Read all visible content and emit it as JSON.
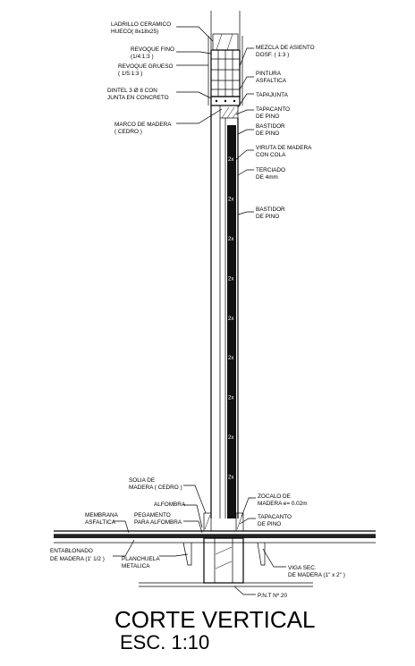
{
  "title": "CORTE VERTICAL",
  "scale": "ESC. 1:10",
  "labels_left": {
    "ladrillo_1": "LADRILLO CERAMICO",
    "ladrillo_2": "HUECO( 8x18x25)",
    "revoque_fino_1": "REVOQUE FINO",
    "revoque_fino_2": "(1/4:1:3 )",
    "revoque_grueso_1": "REVOQUE GRUESO",
    "revoque_grueso_2": "( 1/5:1:3 )",
    "dintel_1": "DINTEL 3 Ø 8 CON",
    "dintel_2": "JUNTA EN CONCRETO",
    "marco_1": "MARCO DE MADERA",
    "marco_2": "( CEDRO )",
    "solia_1": "SOLIA DE",
    "solia_2": "MADERA ( CEDRO )",
    "alfombra": "ALFOMBRA",
    "membrana_1": "MEMBRANA",
    "membrana_2": "ASFALTICA",
    "pegamento_1": "PEGAMENTO",
    "pegamento_2": "PARA ALFOMBRA",
    "entablonado_1": "ENTABLONADO",
    "entablonado_2": "DE MADERA (1' 1/2 )",
    "planchuela_1": "PLANCHUELA",
    "planchuela_2": "METALICA"
  },
  "labels_right": {
    "mezcla_1": "MEZCLA DE ASIENTO",
    "mezcla_2": "DOSF. ( 1:3 )",
    "pintura_1": "PINTURA",
    "pintura_2": "ASFALTICA",
    "tapajunta": "TAPAJUNTA",
    "tapacanto_1": "TAPACANTO",
    "tapacanto_2": "DE PINO",
    "bastidor_1": "BASTIDOR",
    "bastidor_2": "DE PINO",
    "viruta_1": "VIRUTA DE MADERA",
    "viruta_2": "CON COLA",
    "terciado_1": "TERCIADO",
    "terciado_2": "DE 4mm",
    "bastidor2_1": "BASTIDOR",
    "bastidor2_2": "DE PINO",
    "zocalo_1": "ZOCALO DE",
    "zocalo_2": "MADERA e= 0.02m",
    "tapacanto2_1": "TAPACANTO",
    "tapacanto2_2": "DE PINO",
    "viga_1": "VIGA SEC.",
    "viga_2": "DE MADERA (1\" x 2\" )",
    "pnt": "P.N.T Nº 20"
  },
  "panel_marks": [
    "2x",
    "2x",
    "2x",
    "2x",
    "2x",
    "2x",
    "2x",
    "2x",
    "2x"
  ]
}
